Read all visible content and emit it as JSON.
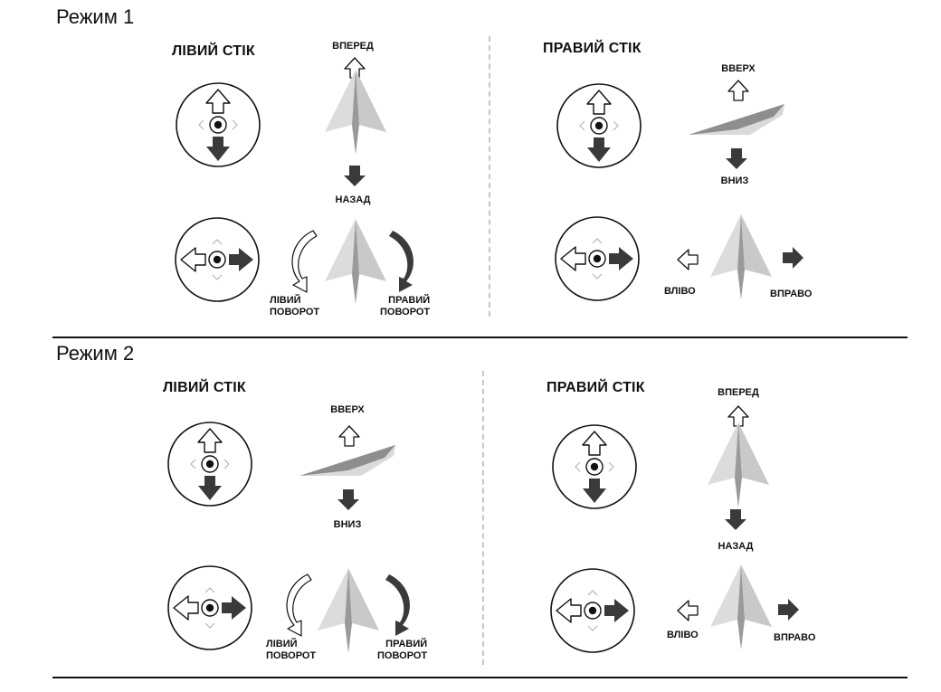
{
  "modes": [
    {
      "title": "Режим 1",
      "left_stick": {
        "title": "ЛІВИЙ СТІК",
        "top_up_label": "ВПЕРЕД",
        "top_down_label": "НАЗАД",
        "bottom_left_label_1": "ЛІВИЙ",
        "bottom_left_label_2": "ПОВОРОТ",
        "bottom_right_label_1": "ПРАВИЙ",
        "bottom_right_label_2": "ПОВОРОТ"
      },
      "right_stick": {
        "title": "ПРАВИЙ СТІК",
        "top_up_label": "ВВЕРХ",
        "top_down_label": "ВНИЗ",
        "bottom_left_label": "ВЛІВО",
        "bottom_right_label": "ВПРАВО"
      }
    },
    {
      "title": "Режим 2",
      "left_stick": {
        "title": "ЛІВИЙ СТІК",
        "top_up_label": "ВВЕРХ",
        "top_down_label": "ВНИЗ",
        "bottom_left_label_1": "ЛІВИЙ",
        "bottom_left_label_2": "ПОВОРОТ",
        "bottom_right_label_1": "ПРАВИЙ",
        "bottom_right_label_2": "ПОВОРОТ"
      },
      "right_stick": {
        "title": "ПРАВИЙ СТІК",
        "top_up_label": "ВПЕРЕД",
        "top_down_label": "НАЗАД",
        "bottom_left_label": "ВЛІВО",
        "bottom_right_label": "ВПРАВО"
      }
    }
  ],
  "colors": {
    "arrow_dark": "#3a3a3a",
    "plane_light": "#dcdcdc",
    "plane_mid": "#bdbdbd",
    "plane_dark": "#8a8a8a",
    "divider": "#c6c6c6"
  }
}
